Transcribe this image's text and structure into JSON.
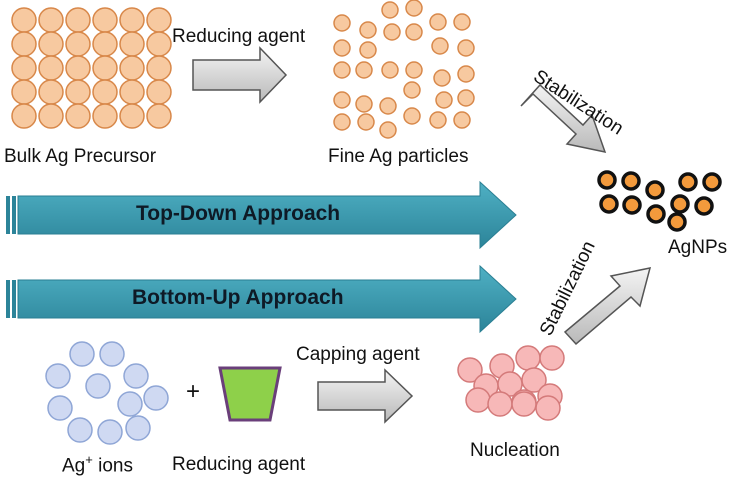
{
  "diagram": {
    "reducing_agent_top": "Reducing agent",
    "bulk_label": "Bulk Ag Precursor",
    "fine_label": "Fine Ag particles",
    "stabilization_top": "Stabilization",
    "top_down": "Top-Down Approach",
    "bottom_up": "Bottom-Up Approach",
    "agnps": "AgNPs",
    "stabilization_bottom": "Stabilization",
    "capping_agent": "Capping agent",
    "plus": "+",
    "ion_prefix": "Ag",
    "ion_sup": "+",
    "ion_suffix": " ions",
    "reducing_agent_bottom": "Reducing agent",
    "nucleation": "Nucleation"
  },
  "colors": {
    "bulk_fill": "#f7c9a0",
    "bulk_stroke": "#d8884a",
    "np_fill": "#f39a3c",
    "np_stroke": "#111111",
    "ion_fill": "#cfd9f2",
    "ion_stroke": "#8fa6d6",
    "nucleus_fill": "#f7b8b8",
    "nucleus_stroke": "#d47a7a",
    "band": "#3a98ad",
    "cup_fill": "#8ed04a",
    "cup_stroke": "#6a3f7a",
    "arrow_fill": "#d9d9d9",
    "arrow_stroke": "#555555"
  }
}
